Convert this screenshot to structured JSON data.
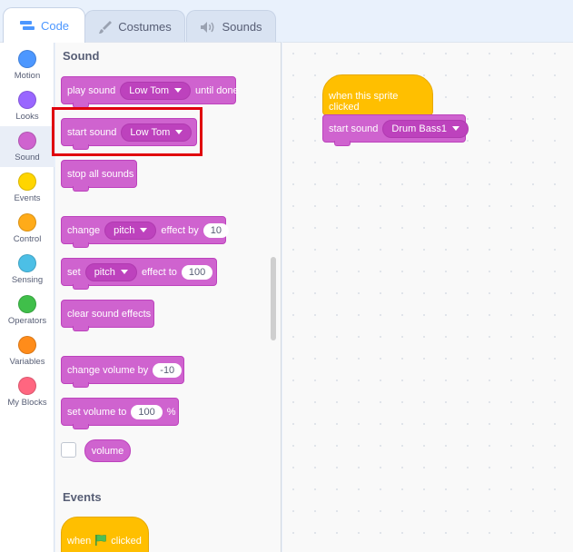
{
  "tabs": [
    {
      "label": "Code",
      "icon": "code-icon",
      "active": true
    },
    {
      "label": "Costumes",
      "icon": "brush-icon",
      "active": false
    },
    {
      "label": "Sounds",
      "icon": "speaker-icon",
      "active": false
    }
  ],
  "categories": [
    {
      "label": "Motion",
      "color": "#4c97ff"
    },
    {
      "label": "Looks",
      "color": "#9966ff"
    },
    {
      "label": "Sound",
      "color": "#cf63cf",
      "active": true
    },
    {
      "label": "Events",
      "color": "#ffd500"
    },
    {
      "label": "Control",
      "color": "#ffab19"
    },
    {
      "label": "Sensing",
      "color": "#4cbfe6"
    },
    {
      "label": "Operators",
      "color": "#40bf4a"
    },
    {
      "label": "Variables",
      "color": "#ff8c1a"
    },
    {
      "label": "My Blocks",
      "color": "#ff6680"
    }
  ],
  "palette": {
    "sound_title": "Sound",
    "events_title": "Events",
    "play_sound": {
      "prefix": "play sound",
      "menu": "Low Tom",
      "suffix": "until done"
    },
    "start_sound": {
      "prefix": "start sound",
      "menu": "Low Tom"
    },
    "stop_all": "stop all sounds",
    "change_effect": {
      "prefix": "change",
      "menu": "pitch",
      "mid": "effect by",
      "value": "10"
    },
    "set_effect": {
      "prefix": "set",
      "menu": "pitch",
      "mid": "effect to",
      "value": "100"
    },
    "clear_effects": "clear sound effects",
    "change_volume": {
      "prefix": "change volume by",
      "value": "-10"
    },
    "set_volume": {
      "prefix": "set volume to",
      "value": "100",
      "suffix": "%"
    },
    "volume": "volume",
    "when_flag": {
      "prefix": "when",
      "suffix": "clicked"
    }
  },
  "script": {
    "hat": "when this sprite clicked",
    "start_sound": {
      "prefix": "start sound",
      "menu": "Drum Bass1"
    }
  },
  "colors": {
    "sound": "#cf63cf",
    "sound_dark": "#bd42bd",
    "events": "#ffbf00",
    "highlight": "#e0000d",
    "tab_active": "#4c97ff"
  }
}
